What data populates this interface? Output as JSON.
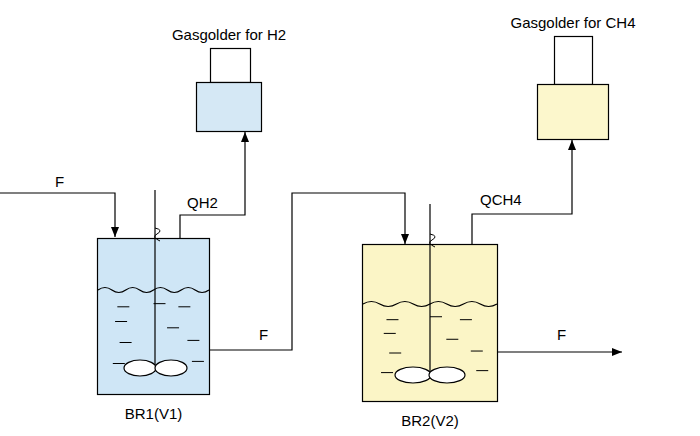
{
  "diagram": {
    "nodes": [
      {
        "text": [
          "BR1(V1)"
        ]
      },
      {
        "text": [
          "Gasgolder for H2"
        ]
      },
      {
        "text": [
          "BR2(V2)"
        ]
      },
      {
        "text": [
          "Gasgolder for CH4"
        ]
      }
    ],
    "edges": [
      {
        "from": 0,
        "to": 1,
        "label": "QH2",
        "arrow": "to"
      },
      {
        "from": 0,
        "to": 2,
        "label": "F",
        "arrow": "to"
      },
      {
        "from": 2,
        "to": 3,
        "label": "QCH4",
        "arrow": "to"
      }
    ],
    "labels": [
      "F",
      "F"
    ]
  }
}
